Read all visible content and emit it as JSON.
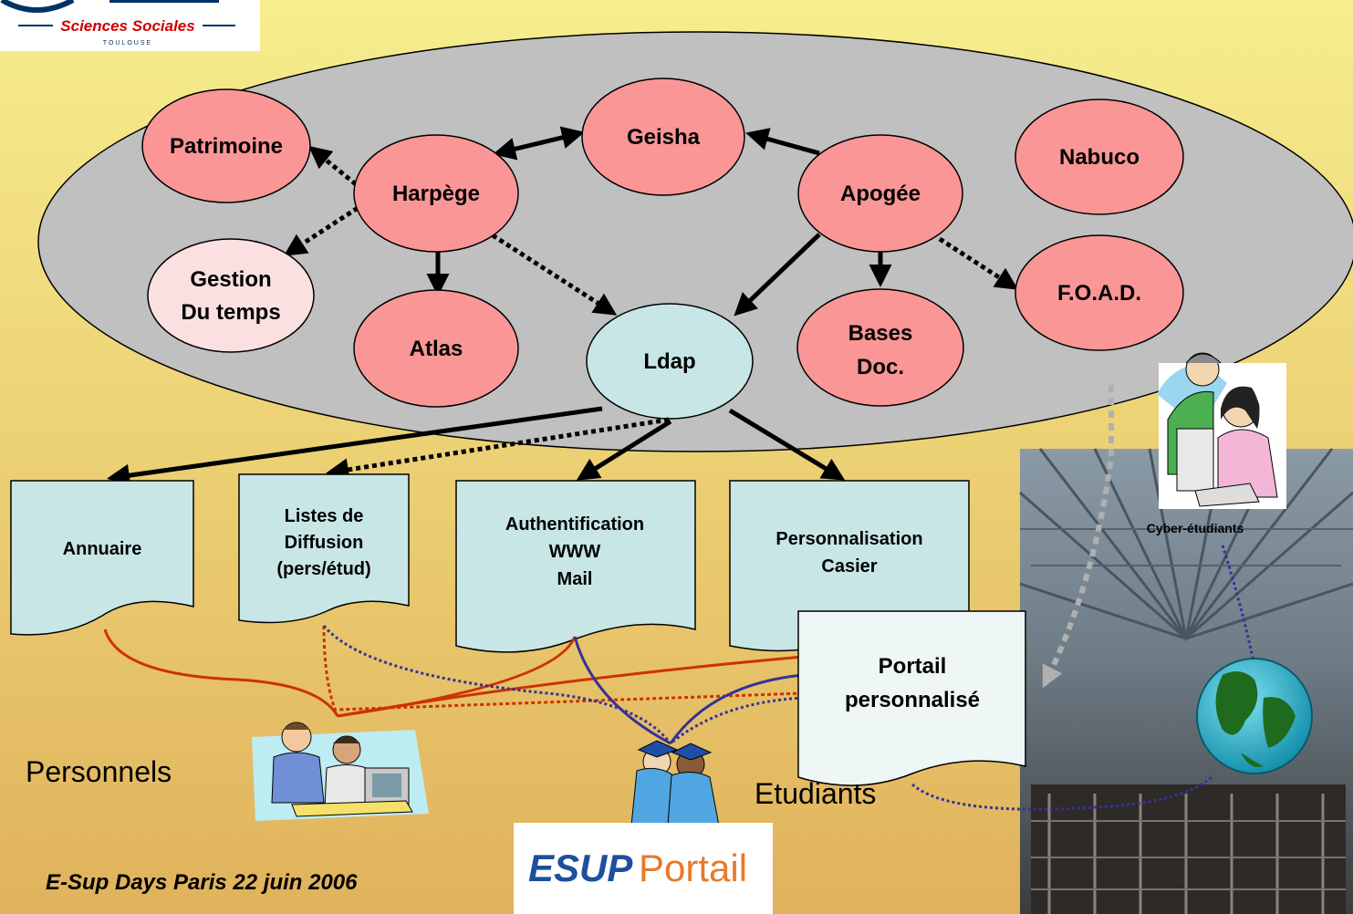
{
  "logo": {
    "name": "Sciences Sociales",
    "city": "TOULOUSE"
  },
  "systems": {
    "patrimoine": "Patrimoine",
    "harpege": "Harpège",
    "geisha": "Geisha",
    "apogee": "Apogée",
    "nabuco": "Nabuco",
    "gestion": [
      "Gestion",
      "Du temps"
    ],
    "atlas": "Atlas",
    "ldap": "Ldap",
    "bases": [
      "Bases",
      "Doc."
    ],
    "foad": "F.O.A.D."
  },
  "services": {
    "annuaire": "Annuaire",
    "listes": [
      "Listes de",
      "Diffusion",
      "(pers/étud)"
    ],
    "auth": [
      "Authentification",
      "WWW",
      "Mail"
    ],
    "perso": [
      "Personnalisation",
      "Casier"
    ],
    "portail": [
      "Portail",
      "personnalisé"
    ]
  },
  "users": {
    "personnels": "Personnels",
    "etudiants": "Etudiants",
    "cyber": "Cyber-étudiants"
  },
  "brand": {
    "esup": "ESUP",
    "portail": "Portail"
  },
  "footer": "E-Sup Days Paris 22 juin 2006",
  "colors": {
    "background_top": "#F4E98A",
    "background_bottom": "#E2B860",
    "ellipse": "#C0C0C0",
    "node_red": "#FA9696",
    "node_pink": "#FAE0E0",
    "node_cyan": "#C8E6E6",
    "doc_cyan": "#C8E6E6",
    "link_orange": "#CC3300",
    "link_blue": "#333399"
  }
}
